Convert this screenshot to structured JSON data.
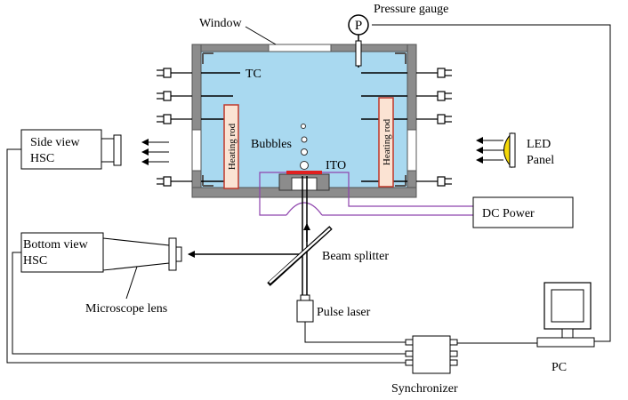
{
  "labels": {
    "window": "Window",
    "pressure_gauge": "Pressure gauge",
    "gauge_symbol": "P",
    "tc": "TC",
    "bubbles": "Bubbles",
    "ito": "ITO",
    "heating_rod_left": "Heating rod",
    "heating_rod_right": "Heating rod",
    "side_view_line1": "Side view",
    "side_view_line2": "HSC",
    "bottom_view_line1": "Bottom view",
    "bottom_view_line2": "HSC",
    "led_line1": "LED",
    "led_line2": "Panel",
    "dc_power": "DC Power",
    "beam_splitter": "Beam splitter",
    "microscope_lens": "Microscope lens",
    "pulse_laser": "Pulse laser",
    "synchronizer": "Synchronizer",
    "pc": "PC"
  },
  "colors": {
    "liquid": "#a9d9f0",
    "wall": "#8c8c8c",
    "heating_rod": "#fbe3d3",
    "heating_rod_border": "#c0392b",
    "led": "#f5d90a",
    "dc_wire": "#8e44ad",
    "ito": "#e02020"
  }
}
